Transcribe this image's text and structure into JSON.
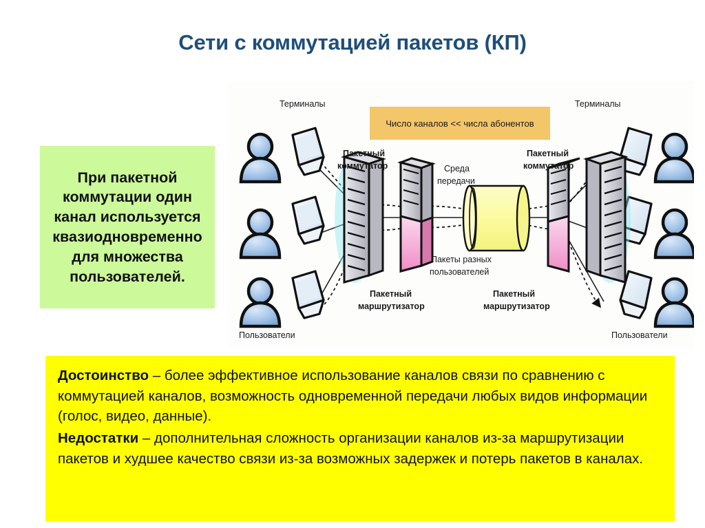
{
  "slide": {
    "title": "Сети с коммутацией пакетов (КП)",
    "title_color": "#1f4e79",
    "background": "#ffffff"
  },
  "green_callout": {
    "background": "#ccf999",
    "lines": [
      "При пакетной",
      "коммутации один",
      "канал используется",
      "квазиодновременно",
      "для множества",
      "пользователей."
    ]
  },
  "yellow_callout": {
    "background": "#ffff00",
    "advantage_lead": "Достоинство",
    "advantage_text": " – более эффективное использование каналов связи по сравнению с коммутацией каналов, возможность одновременной передачи любых видов информации (голос, видео, данные).",
    "drawback_lead": "Недостатки",
    "drawback_text": " – дополнительная сложность организации каналов из-за маршрутизации пакетов и худшее качество связи из-за возможных задержек и потерь пакетов в каналах."
  },
  "diagram": {
    "background": "#fdfdfc",
    "orange_note": {
      "text": "Число каналов << числа абонентов",
      "background": "#f3c66a"
    },
    "labels": {
      "terminals_left": "Терминалы",
      "terminals_right": "Терминалы",
      "switch_left_l1": "Пакетный",
      "switch_left_l2": "коммутатор",
      "switch_right_l1": "Пакетный",
      "switch_right_l2": "коммутатор",
      "medium_l1": "Среда",
      "medium_l2": "передачи",
      "packets_l1": "Пакеты разных",
      "packets_l2": "пользователей",
      "router_left_l1": "Пакетный",
      "router_left_l2": "маршрутизатор",
      "router_right_l1": "Пакетный",
      "router_right_l2": "маршрутизатор",
      "users_left": "Пользователи",
      "users_right": "Пользователи"
    },
    "colors": {
      "person_fill": "#a8c6e8",
      "person_outline": "#111111",
      "monitor_fill": "#eef4f9",
      "switch_body": "#cfd0d6",
      "switch_accent_cyan": "#8fe9f2",
      "router_accent_pink": "#f3a8d6",
      "medium_fill": "#fbfbad",
      "link_line": "#333333"
    }
  }
}
